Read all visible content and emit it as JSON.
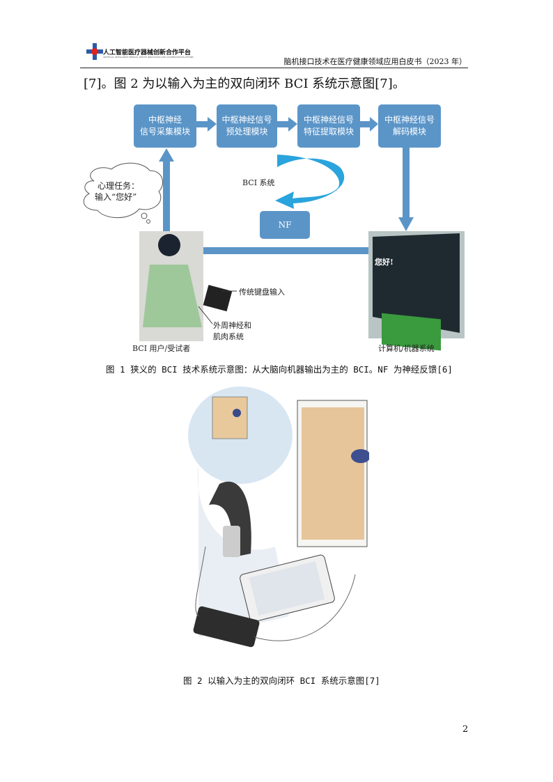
{
  "header": {
    "logo_text": "人工智能医疗器械创新合作平台",
    "logo_subtext": "ARTIFICIAL INTELLIGENT MEDICAL DEVICE INNOVATION AND COOPERATION PLATFORM",
    "doc_title": "脑机接口技术在医疗健康领域应用白皮书（2023 年）"
  },
  "body": {
    "line": "[7]。图 2 为以输入为主的双向闭环 BCI 系统示意图[7]。"
  },
  "figure1": {
    "boxes": [
      {
        "line1": "中枢神经",
        "line2": "信号采集模块"
      },
      {
        "line1": "中枢神经信号",
        "line2": "预处理模块"
      },
      {
        "line1": "中枢神经信号",
        "line2": "特征提取模块"
      },
      {
        "line1": "中枢神经信号",
        "line2": "解码模块"
      }
    ],
    "thought_line1": "心理任务：",
    "thought_line2": "输入“您好”",
    "bci_system": "BCI 系统",
    "nf": "NF",
    "keyboard_label": "传统键盘输入",
    "nerve_label1": "外周神经和",
    "nerve_label2": "肌肉系统",
    "user_label": "BCI 用户/受试者",
    "machine_label": "计算机/机器系统",
    "screen_text": "您好!",
    "caption": "图 1 狭义的 BCI 技术系统示意图：从大脑向机器输出为主的 BCI。NF 为神经反馈[6]"
  },
  "figure2": {
    "caption": "图 2 以输入为主的双向闭环 BCI 系统示意图[7]"
  },
  "page_number": "2",
  "colors": {
    "box_blue": "#5b95c8",
    "curve_blue": "#2aa4dc"
  }
}
